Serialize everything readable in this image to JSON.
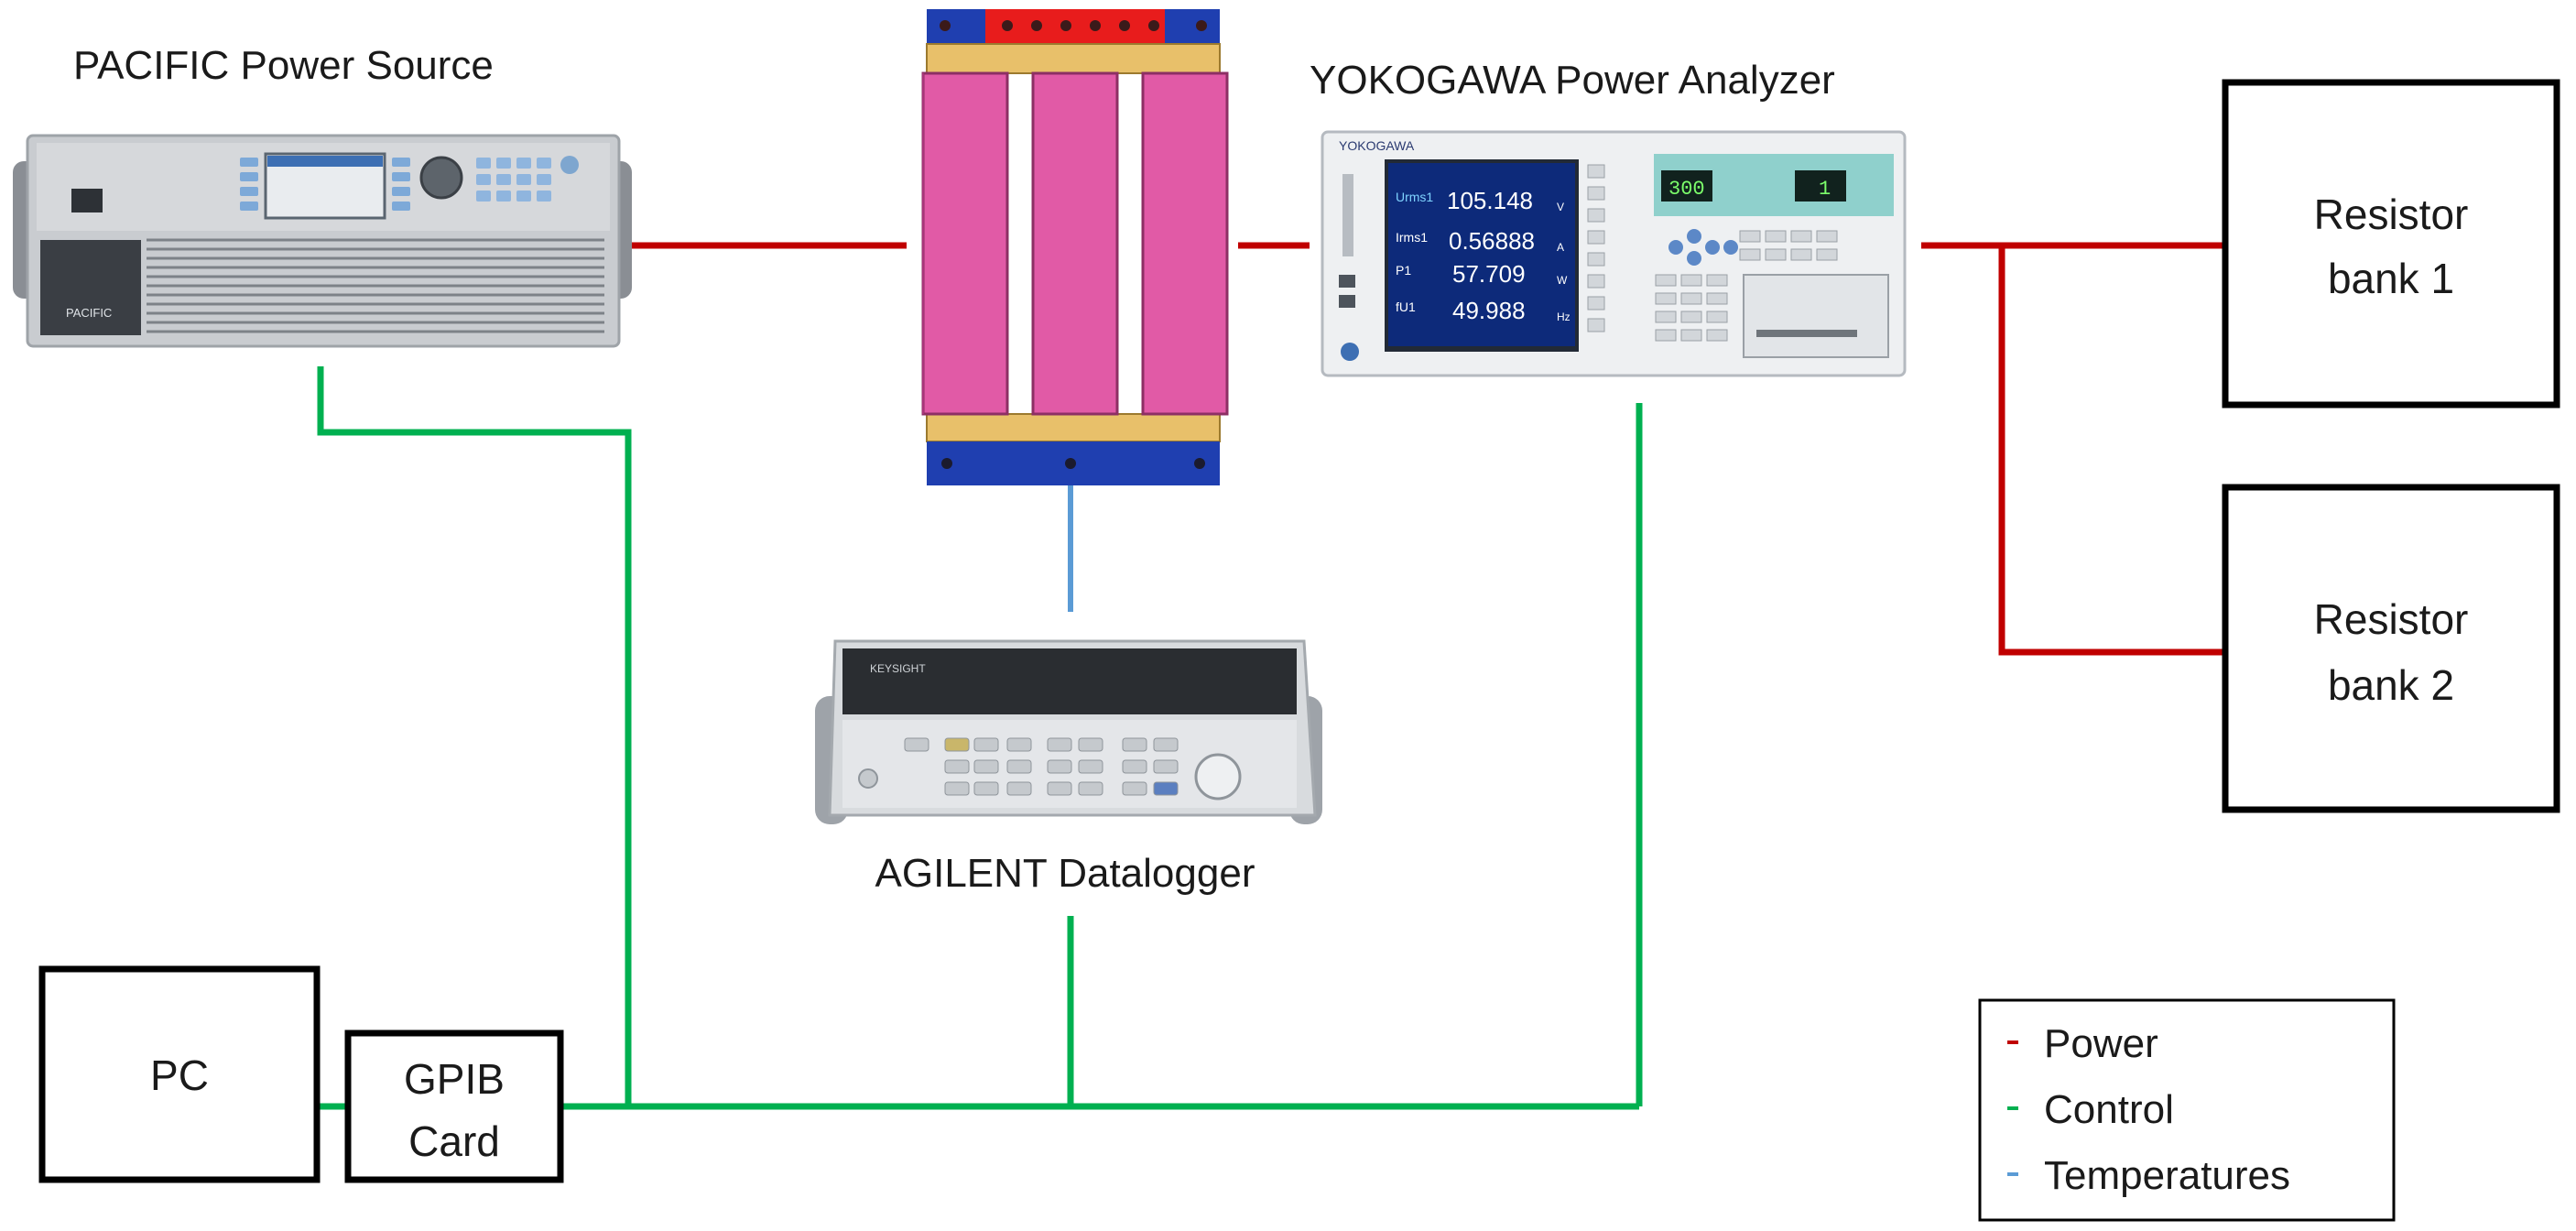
{
  "devices": {
    "pacific": {
      "label": "PACIFIC Power Source",
      "display": [
        "",
        "",
        "",
        ""
      ],
      "badge": "PACIFIC"
    },
    "yokogawa": {
      "label": "YOKOGAWA Power Analyzer",
      "brand": "YOKOGAWA",
      "readings": [
        {
          "name": "Urms1",
          "value": "105.148",
          "unit": "V"
        },
        {
          "name": "Irms1",
          "value": "0.56888",
          "unit": "A"
        },
        {
          "name": "P1",
          "value": "57.709",
          "unit": "W"
        },
        {
          "name": "fU1",
          "value": "49.988",
          "unit": "Hz"
        }
      ],
      "range_voltage": "300",
      "range_current": "1"
    },
    "agilent": {
      "label": "AGILENT Datalogger",
      "brand": "KEYSIGHT"
    }
  },
  "boxes": {
    "resistor1": {
      "line1": "Resistor",
      "line2": "bank 1"
    },
    "resistor2": {
      "line1": "Resistor",
      "line2": "bank 2"
    },
    "pc": {
      "label": "PC"
    },
    "gpib": {
      "line1": "GPIB",
      "line2": "Card"
    }
  },
  "legend": {
    "items": [
      {
        "label": "Power",
        "color": "#c00000"
      },
      {
        "label": "Control",
        "color": "#00b050"
      },
      {
        "label": "Temperatures",
        "color": "#5b9bd5"
      }
    ]
  },
  "colors": {
    "power": "#c00000",
    "control": "#00b050",
    "temperature": "#5b9bd5"
  }
}
